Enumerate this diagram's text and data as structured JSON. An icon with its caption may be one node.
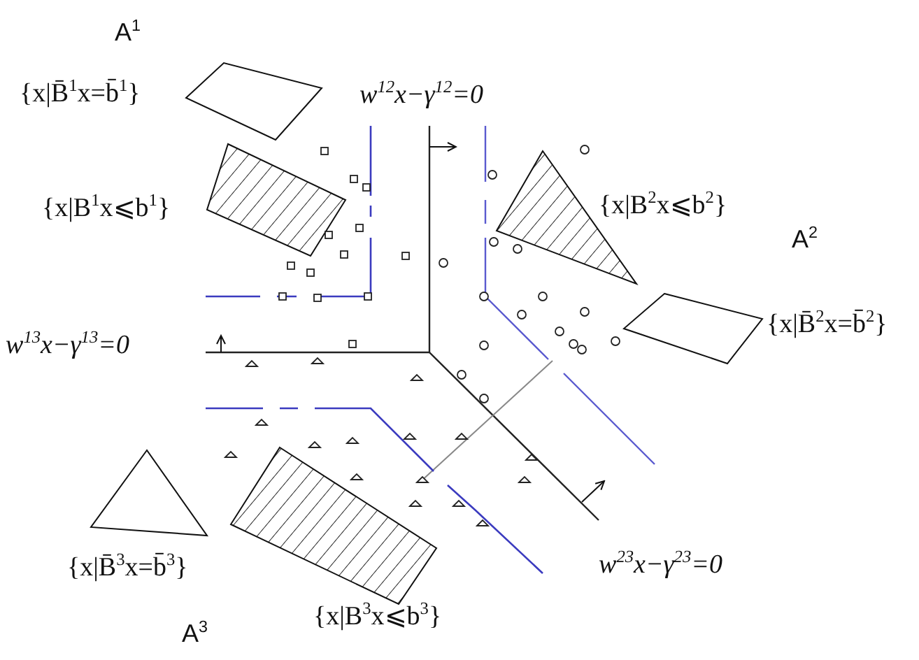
{
  "diagram": {
    "labels": [
      "A$^{1}$",
      "{x|B̄$^{1}$x=b̄$^{1}$}",
      "w$^{12}$x−γ$^{12}$=0",
      "{x|B$^{1}$x⩽b$^{1}$}",
      "{x|B$^{2}$x⩽b$^{2}$}",
      "A$^{2}$",
      "w$^{13}$x−γ$^{13}$=0",
      "{x|B̄$^{2}$x=b̄$^{2}$}",
      "{x|B̄$^{3}$x=b̄$^{3}$}",
      "w$^{23}$x−γ$^{23}$=0",
      "{x|B$^{3}$x⩽b$^{3}$}",
      "A$^{3}$"
    ]
  }
}
